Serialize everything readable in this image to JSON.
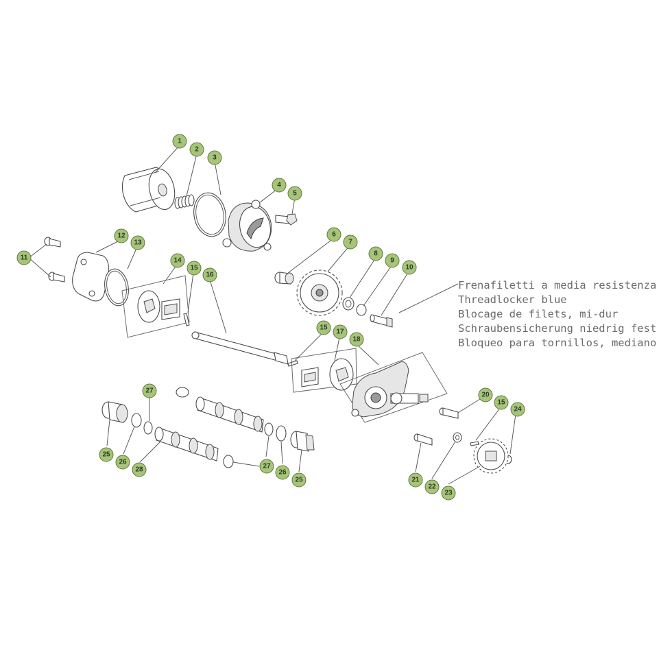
{
  "callout": {
    "lines": [
      "Frenafiletti a media resistenza",
      "Threadlocker blue",
      "Blocage de filets, mi-dur",
      "Schraubensicherung niedrig fest",
      "Bloqueo para tornillos, mediano"
    ]
  },
  "colors": {
    "badge_fill": "#a6c47a",
    "badge_stroke": "#5e7a3a",
    "line": "#5a5a5a"
  },
  "labels": [
    {
      "num": "1"
    },
    {
      "num": "2"
    },
    {
      "num": "3"
    },
    {
      "num": "4"
    },
    {
      "num": "5"
    },
    {
      "num": "6"
    },
    {
      "num": "7"
    },
    {
      "num": "8"
    },
    {
      "num": "9"
    },
    {
      "num": "10"
    },
    {
      "num": "11"
    },
    {
      "num": "12"
    },
    {
      "num": "13"
    },
    {
      "num": "14"
    },
    {
      "num": "15"
    },
    {
      "num": "16"
    },
    {
      "num": "15"
    },
    {
      "num": "17"
    },
    {
      "num": "18"
    },
    {
      "num": "27"
    },
    {
      "num": "20"
    },
    {
      "num": "15"
    },
    {
      "num": "24"
    },
    {
      "num": "25"
    },
    {
      "num": "26"
    },
    {
      "num": "28"
    },
    {
      "num": "27"
    },
    {
      "num": "26"
    },
    {
      "num": "25"
    },
    {
      "num": "21"
    },
    {
      "num": "22"
    },
    {
      "num": "23"
    }
  ]
}
